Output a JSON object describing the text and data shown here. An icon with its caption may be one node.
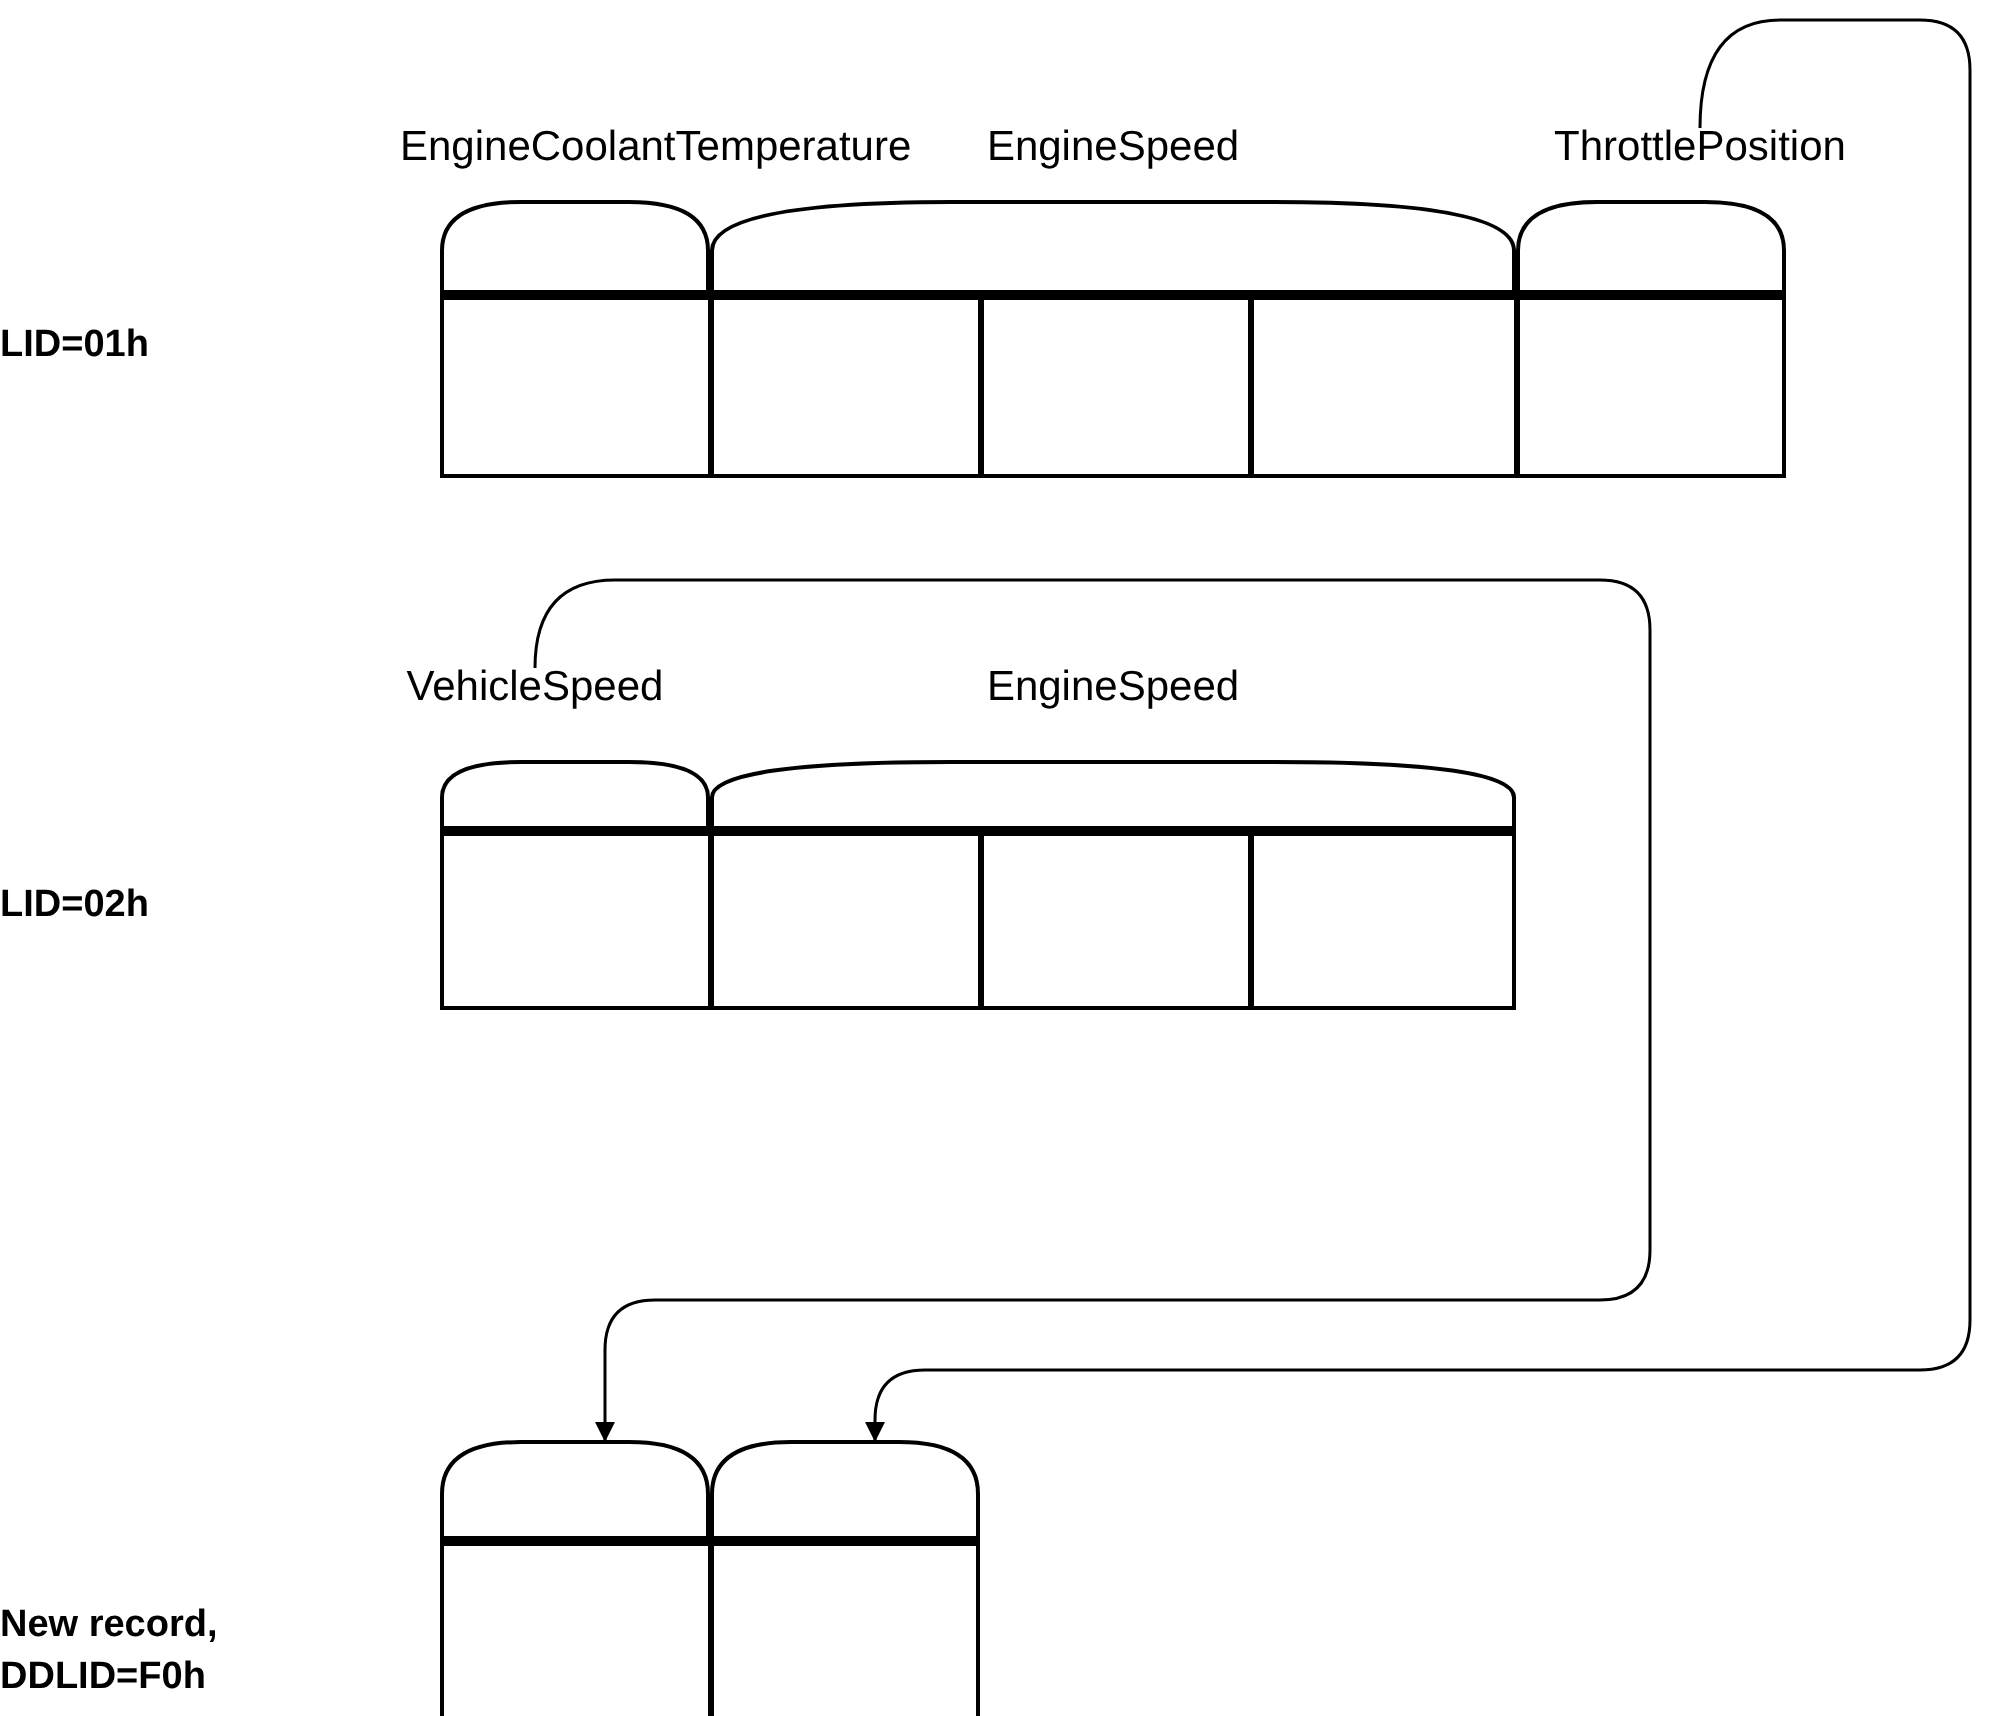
{
  "diagram": {
    "nodes": [
      {
        "text": [],
        "shape": "box"
      },
      {
        "text": [
          "EngineCoolantTemperature"
        ]
      },
      {
        "text": [
          "EngineSpeed"
        ]
      },
      {
        "text": [
          "ThrottlePosition"
        ]
      },
      {
        "text": [],
        "shape": "box",
        "in": 0
      },
      {
        "text": [],
        "shape": "box",
        "in": 0
      },
      {
        "text": [],
        "shape": "box",
        "in": 0
      },
      {
        "text": [],
        "shape": "box",
        "in": 0
      },
      {
        "text": [],
        "shape": "box",
        "in": 0
      },
      {
        "text": [],
        "shape": "box"
      },
      {
        "text": [
          "VehicleSpeed"
        ]
      },
      {
        "text": [
          "EngineSpeed"
        ]
      },
      {
        "text": [],
        "shape": "box",
        "in": 9
      },
      {
        "text": [],
        "shape": "box",
        "in": 9
      },
      {
        "text": [],
        "shape": "box",
        "in": 9
      },
      {
        "text": [],
        "shape": "box",
        "in": 9
      },
      {
        "text": [],
        "shape": "box"
      },
      {
        "text": [],
        "shape": "arch"
      },
      {
        "text": [],
        "shape": "arch"
      },
      {
        "text": [],
        "shape": "box",
        "in": 16
      },
      {
        "text": [],
        "shape": "box",
        "in": 16
      }
    ],
    "edges": [
      {
        "from": 10,
        "to": 17,
        "arrow": "to"
      },
      {
        "from": 3,
        "to": 18,
        "arrow": "to"
      }
    ],
    "labels": [
      "LID=01h",
      "LID=02h",
      "New record, DDLID=F0h"
    ]
  }
}
